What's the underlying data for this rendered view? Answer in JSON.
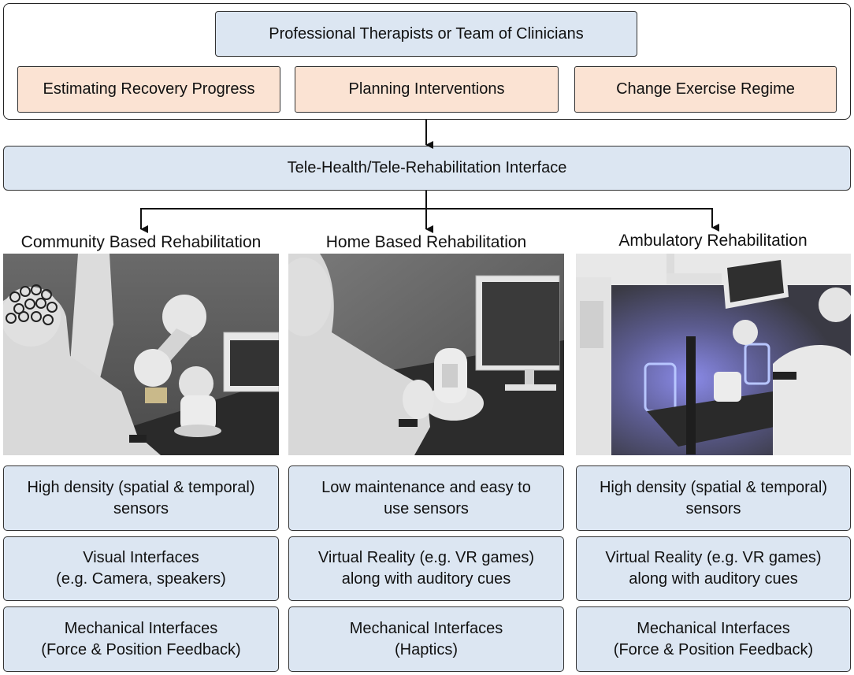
{
  "top": {
    "title": "Professional Therapists or Team of Clinicians",
    "actions": [
      "Estimating Recovery Progress",
      "Planning Interventions",
      "Change Exercise Regime"
    ]
  },
  "interface": {
    "label": "Tele-Health/Tele-Rehabilitation Interface"
  },
  "columns": [
    {
      "title": "Community Based Rehabilitation",
      "features": [
        "High density (spatial & temporal)\nsensors",
        "Visual Interfaces\n(e.g. Camera, speakers)",
        "Mechanical Interfaces\n(Force & Position Feedback)"
      ]
    },
    {
      "title": "Home Based Rehabilitation",
      "features": [
        "Low maintenance and easy to\nuse sensors",
        "Virtual Reality (e.g. VR games)\nalong with auditory cues",
        "Mechanical Interfaces\n(Haptics)"
      ]
    },
    {
      "title": "Ambulatory Rehabilitation",
      "features": [
        "High density (spatial & temporal)\nsensors",
        "Virtual Reality (e.g. VR games)\nalong with auditory cues",
        "Mechanical Interfaces\n(Force & Position Feedback)"
      ]
    }
  ],
  "colors": {
    "box_blue": "#dce6f2",
    "box_peach": "#fbe3d3",
    "render_gray": "#5a5a5a",
    "ambulatory_glow": "#6f6fe0"
  }
}
